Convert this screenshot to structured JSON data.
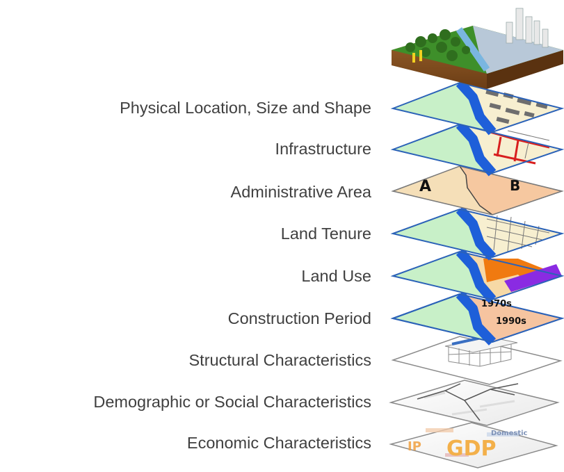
{
  "layers": [
    {
      "label": "Physical Location, Size and Shape"
    },
    {
      "label": "Infrastructure"
    },
    {
      "label": "Administrative Area"
    },
    {
      "label": "Land Tenure"
    },
    {
      "label": "Land Use"
    },
    {
      "label": "Construction Period"
    },
    {
      "label": "Structural Characteristics"
    },
    {
      "label": "Demographic or Social Characteristics"
    },
    {
      "label": "Economic Characteristics"
    }
  ],
  "map_text": {
    "region_a": "A",
    "region_b": "B",
    "period_1": "1970s",
    "period_2": "1990s",
    "gdp": "GDP",
    "domestic": "Domestic",
    "ip": "IP"
  }
}
